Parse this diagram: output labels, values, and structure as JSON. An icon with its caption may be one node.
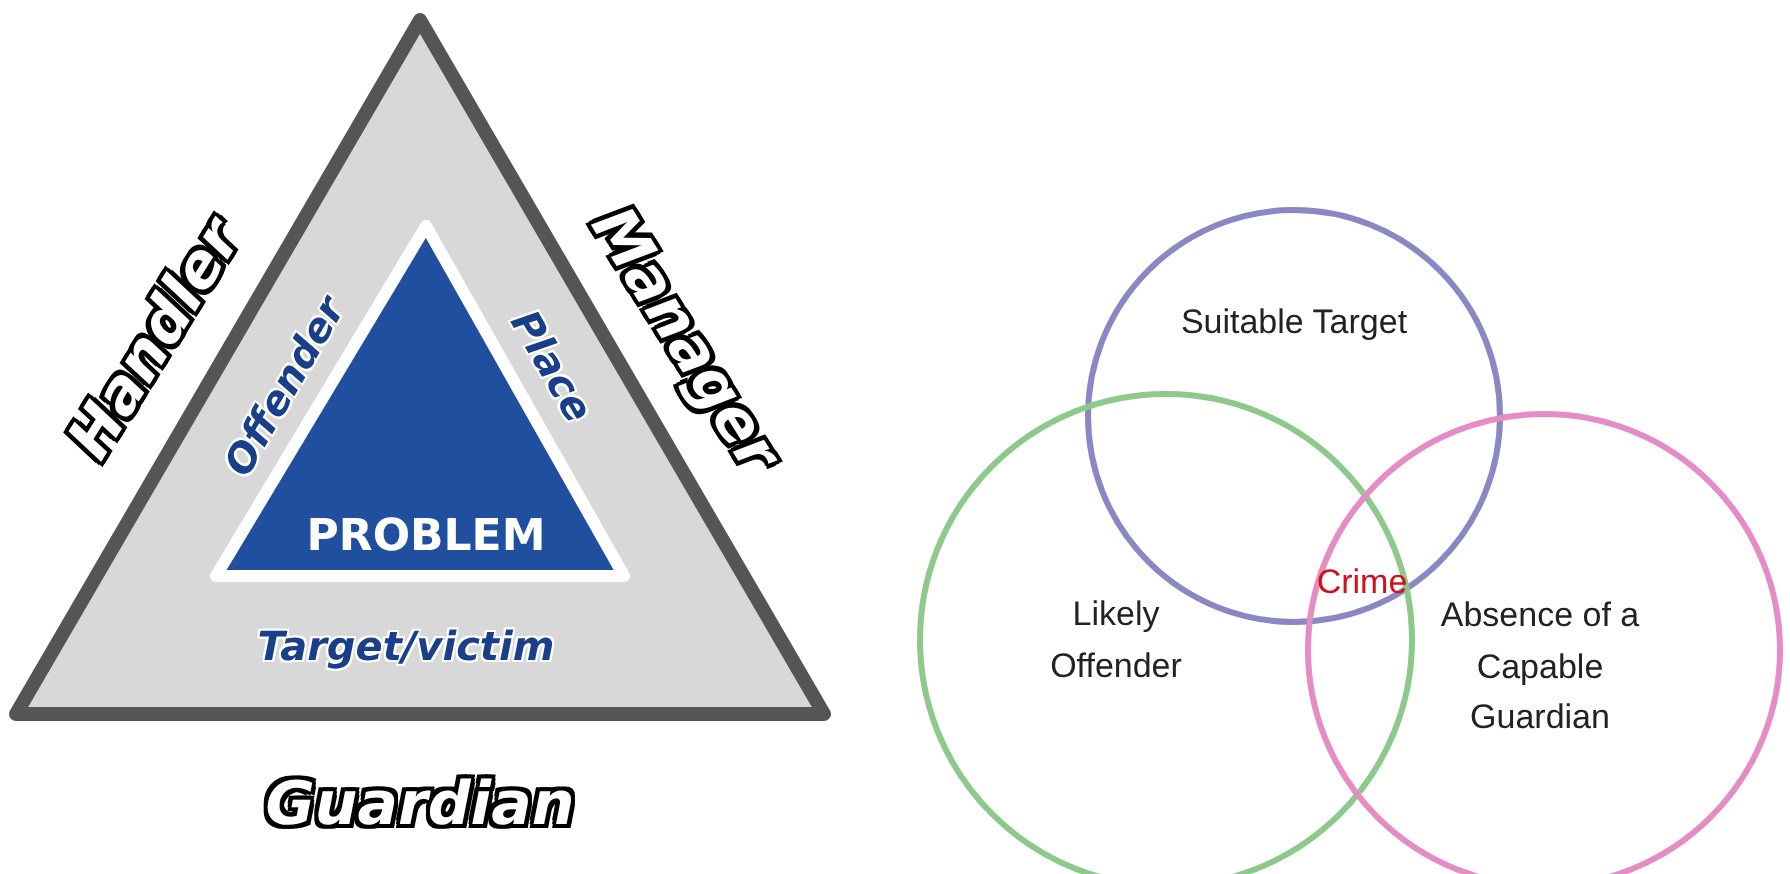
{
  "diagram": {
    "nodes": [
      {
        "text": [
          "Handler",
          "Manager",
          "Guardian"
        ]
      },
      {
        "text": [
          "PROBLEM",
          "Offender",
          "Place",
          "Target/victim"
        ],
        "in": 0
      },
      {
        "text": [
          "Suitable Target"
        ]
      },
      {
        "text": [
          "Likely Offender"
        ]
      },
      {
        "text": [
          "Absence of a Capable Guardian"
        ]
      }
    ],
    "edges": [],
    "labels": [
      "Crime"
    ]
  }
}
